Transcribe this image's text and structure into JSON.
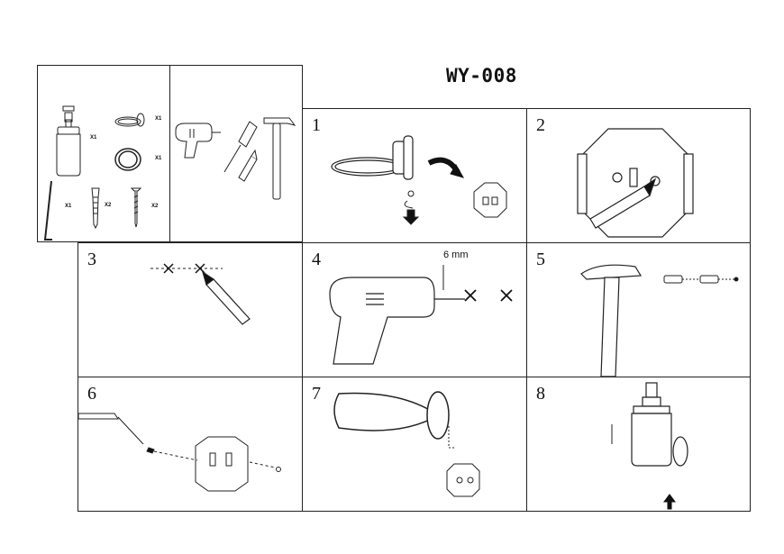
{
  "title": "WY-008",
  "parts": {
    "dispenser_qty": "X1",
    "ring_holder_qty": "X1",
    "ring_qty": "X1",
    "hex_key_qty": "X1",
    "anchor_qty": "X2",
    "screw_qty": "X2"
  },
  "steps": [
    {
      "number": "1"
    },
    {
      "number": "2"
    },
    {
      "number": "3"
    },
    {
      "number": "4",
      "drill_size": "6 mm"
    },
    {
      "number": "5"
    },
    {
      "number": "6"
    },
    {
      "number": "7"
    },
    {
      "number": "8"
    }
  ]
}
